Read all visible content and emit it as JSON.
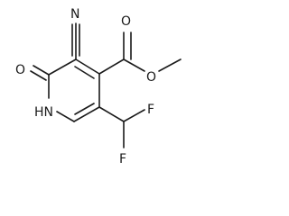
{
  "molecule": {
    "atom_labels": {
      "nitrile_n": "N",
      "ring_carbonyl_o": "O",
      "ring_nh": "HN",
      "ester_carbonyl_o": "O",
      "ester_ether_o": "O",
      "fluorine_top": "F",
      "fluorine_bottom": "F"
    }
  },
  "colors": {
    "bond": "#1a1a1a",
    "label": "#1a1a1a",
    "background": "#ffffff"
  }
}
